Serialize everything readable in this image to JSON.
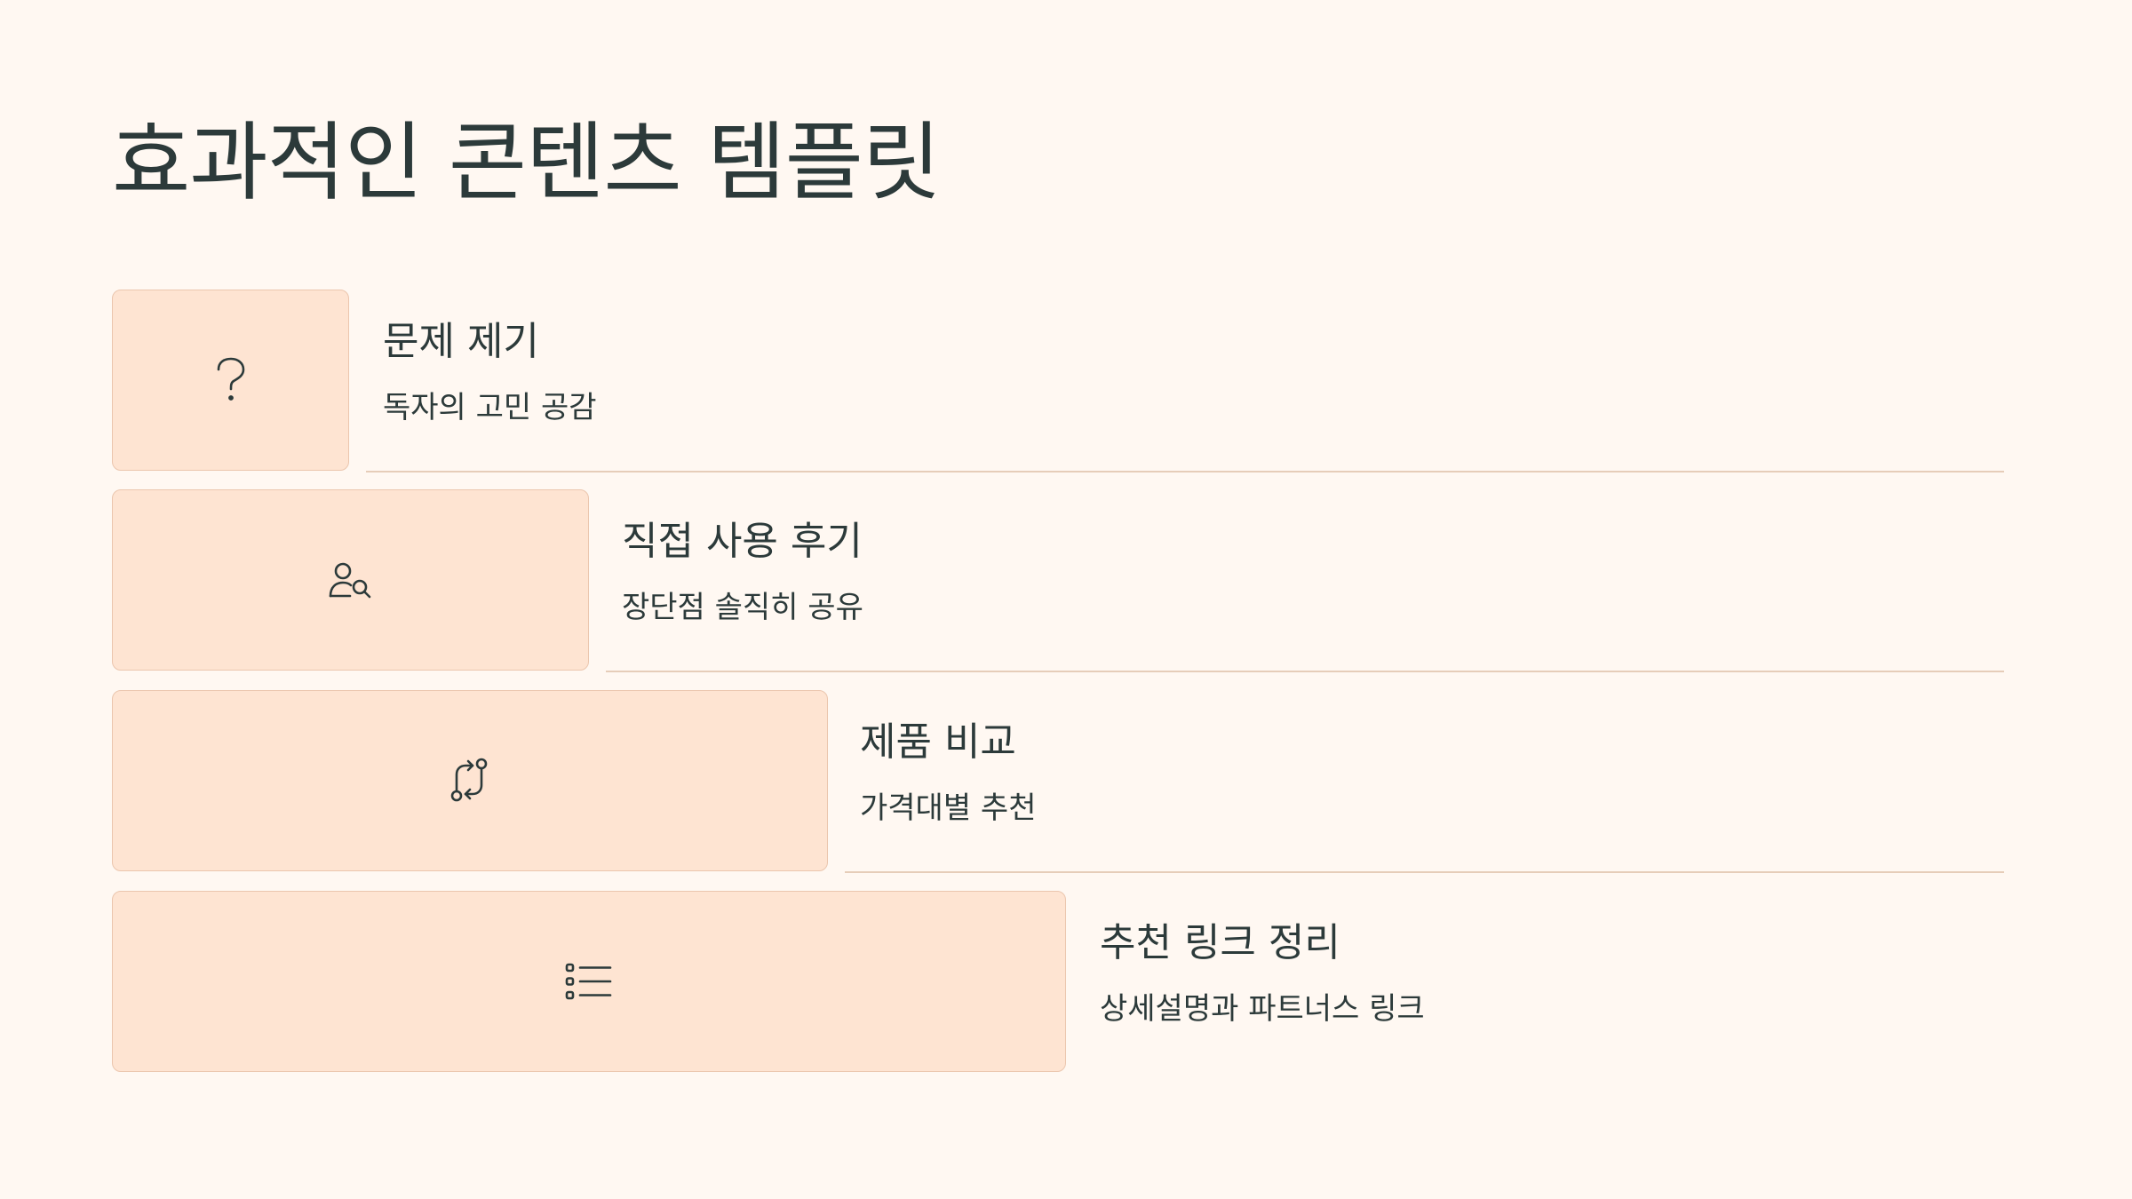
{
  "page": {
    "title": "효과적인 콘텐츠 템플릿",
    "background_color": "#FFF8F2",
    "accent_fill": "#FEE4D2",
    "accent_border": "#EBC6AE",
    "text_color": "#2C3A3A"
  },
  "steps": [
    {
      "icon": "question-mark-icon",
      "title": "문제 제기",
      "description": "독자의 고민 공감"
    },
    {
      "icon": "user-search-icon",
      "title": "직접 사용 후기",
      "description": "장단점 솔직히 공유"
    },
    {
      "icon": "compare-arrows-icon",
      "title": "제품 비교",
      "description": "가격대별 추천"
    },
    {
      "icon": "list-icon",
      "title": "추천 링크 정리",
      "description": "상세설명과 파트너스 링크"
    }
  ]
}
